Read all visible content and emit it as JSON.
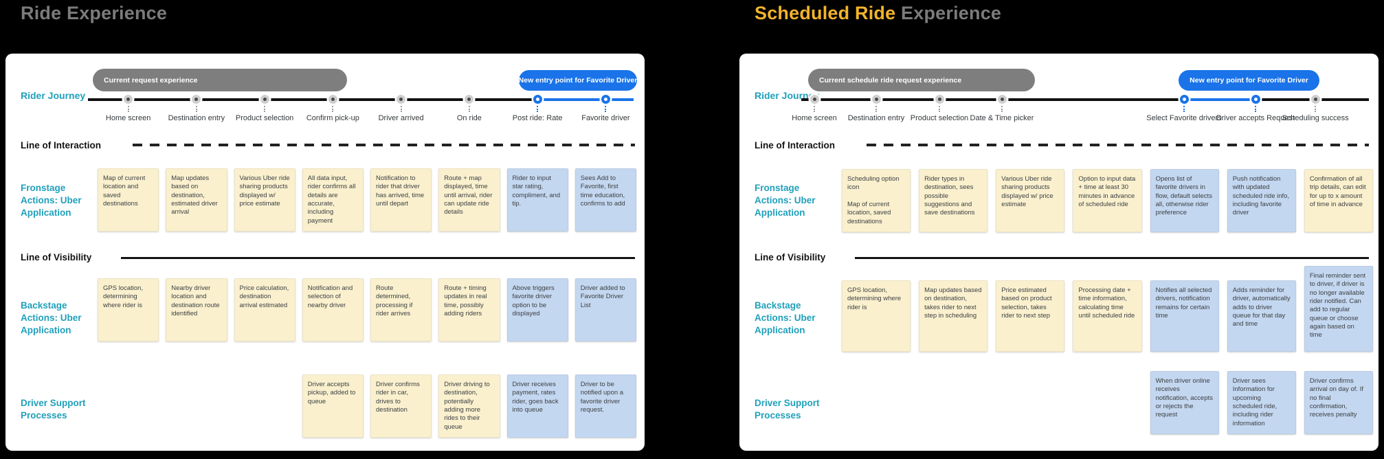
{
  "colors": {
    "teal": "#1fa0ba",
    "amber": "#f2b32c",
    "blue": "#1a73e8",
    "pill-gray": "#7e7e7e",
    "note-cream": "#faf0ce",
    "note-blue": "#c4d7f0",
    "title-gray": "#7b7b7b"
  },
  "left": {
    "title_accent": "",
    "title_main": "Ride Experience",
    "journey_label": "Rider Journey",
    "current_pill": "Current request experience",
    "new_entry_pill": "New entry point for Favorite Driver",
    "interaction_label": "Line of Interaction",
    "visibility_label": "Line of Visibility",
    "frontstage_label": "Fronstage Actions: Uber Application",
    "backstage_label": "Backstage Actions: Uber Application",
    "driver_label": "Driver Support Processes",
    "steps": [
      {
        "label": "Home screen",
        "dot": "gray"
      },
      {
        "label": "Destination entry",
        "dot": "gray"
      },
      {
        "label": "Product selection",
        "dot": "gray"
      },
      {
        "label": "Confirm pick-up",
        "dot": "gray"
      },
      {
        "label": "Driver arrived",
        "dot": "gray"
      },
      {
        "label": "On ride",
        "dot": "gray"
      },
      {
        "label": "Post ride: Rate",
        "dot": "blue"
      },
      {
        "label": "Favorite driver",
        "dot": "blue"
      }
    ],
    "frontstage_notes": [
      {
        "text": "Map of current location and saved destinations",
        "type": "existing"
      },
      {
        "text": "Map updates based on destination, estimated driver arrival",
        "type": "existing"
      },
      {
        "text": "Various Uber ride sharing products displayed w/ price estimate",
        "type": "existing"
      },
      {
        "text": "All data input, rider confirms all details are accurate, including payment",
        "type": "existing"
      },
      {
        "text": "Notification to rider that driver has arrived, time until depart",
        "type": "existing"
      },
      {
        "text": "Route + map displayed, time until arrival, rider can update ride details",
        "type": "existing"
      },
      {
        "text": "Rider to input star rating, compliment, and tip.",
        "type": "new"
      },
      {
        "text": "Sees Add to Favorite, first time education, confirms to add",
        "type": "new"
      }
    ],
    "backstage_notes": [
      {
        "text": "GPS location, determining where rider is",
        "type": "existing"
      },
      {
        "text": "Nearby driver location and destination route identified",
        "type": "existing"
      },
      {
        "text": "Price calculation, destination arrival estimated",
        "type": "existing"
      },
      {
        "text": "Notification and selection of nearby driver",
        "type": "existing"
      },
      {
        "text": "Route determined, processing if rider arrives",
        "type": "existing"
      },
      {
        "text": "Route + timing updates in real time, possibly adding riders",
        "type": "existing"
      },
      {
        "text": "Above triggers favorite driver option to be displayed",
        "type": "new"
      },
      {
        "text": "Driver added to Favorite Driver List",
        "type": "new"
      }
    ],
    "driver_notes": [
      {
        "text": "Driver accepts pickup,  added to queue",
        "type": "existing"
      },
      {
        "text": "Driver confirms rider in car, drives to destination",
        "type": "existing"
      },
      {
        "text": "Driver driving to destination, potentially adding more rides to their queue",
        "type": "existing"
      },
      {
        "text": "Driver receives payment, rates rider, goes back into queue",
        "type": "new"
      },
      {
        "text": "Driver to be notified upon a favorite driver request.",
        "type": "new"
      }
    ]
  },
  "right": {
    "title_accent": "Scheduled Ride",
    "title_main": " Experience",
    "journey_label": "Rider Journey",
    "current_pill": "Current schedule ride request experience",
    "new_entry_pill": "New entry point for Favorite Driver",
    "interaction_label": "Line of Interaction",
    "visibility_label": "Line of Visibility",
    "frontstage_label": "Fronstage Actions: Uber Application",
    "backstage_label": "Backstage Actions: Uber Application",
    "driver_label": "Driver Support Processes",
    "steps": [
      {
        "label": "Home screen",
        "dot": "gray"
      },
      {
        "label": "Destination entry",
        "dot": "gray"
      },
      {
        "label": "Product selection",
        "dot": "gray"
      },
      {
        "label": "Date & Time picker",
        "dot": "gray"
      },
      {
        "label": "Select Favorite drivers",
        "dot": "blue"
      },
      {
        "label": "Driver accepts Request",
        "dot": "blue"
      },
      {
        "label": "Scheduling success",
        "dot": "gray"
      }
    ],
    "frontstage_notes": [
      {
        "text": "Scheduling option icon\n\nMap of current location, saved destinations",
        "type": "existing"
      },
      {
        "text": "Rider types in destination, sees possible suggestions and save destinations",
        "type": "existing"
      },
      {
        "text": "Various Uber ride sharing products displayed w/ price estimate",
        "type": "existing"
      },
      {
        "text": "Option to input data + time at least 30 minutes in advance of scheduled ride",
        "type": "existing"
      },
      {
        "text": "Opens list of favorite drivers in flow, default selects all, otherwise rider preference",
        "type": "new"
      },
      {
        "text": "Push notification with updated scheduled ride info, including favorite driver",
        "type": "new"
      },
      {
        "text": "Confirmation of all trip details, can edit for up to x amount of time in advance",
        "type": "existing"
      }
    ],
    "backstage_notes": [
      {
        "text": "GPS location, determining where rider is",
        "type": "existing"
      },
      {
        "text": "Map updates based on destination, takes rider to next step in scheduling",
        "type": "existing"
      },
      {
        "text": "Price estimated based on product selection, takes rider to next step",
        "type": "existing"
      },
      {
        "text": "Processing date + time information, calculating time until scheduled ride",
        "type": "existing"
      },
      {
        "text": "Notifies all selected drivers, notification remains for certain time",
        "type": "new"
      },
      {
        "text": "Adds reminder for driver, automatically adds to driver queue for that day and time",
        "type": "new"
      },
      {
        "text": "Final reminder sent to driver, if driver is no longer available rider notified. Can add to regular queue or choose again based on time",
        "type": "new"
      }
    ],
    "driver_notes": [
      {
        "text": "When driver online receives notification, accepts or rejects the request",
        "type": "new"
      },
      {
        "text": "Driver sees Information for upcoming scheduled ride, including rider information",
        "type": "new"
      },
      {
        "text": "Driver confirms arrival on day of. If no final confirmation, receives penalty",
        "type": "new"
      }
    ]
  }
}
